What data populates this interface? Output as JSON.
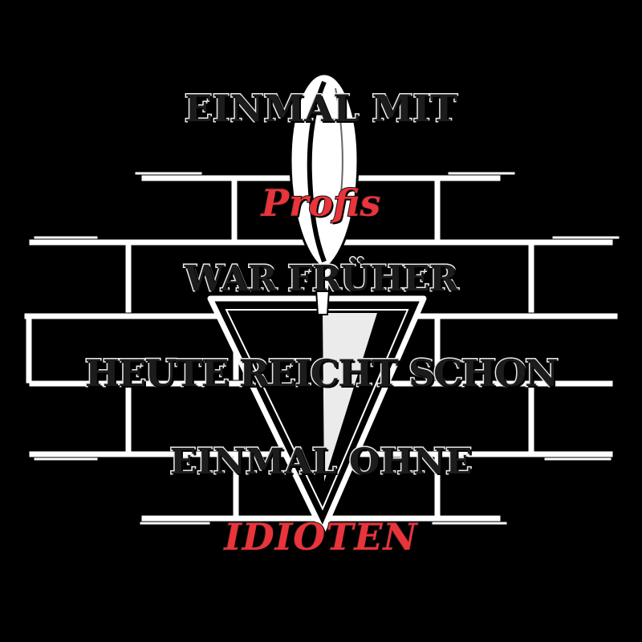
{
  "artwork": {
    "background_color": "#000000",
    "brick_color": "#ffffff",
    "accent_color": "#e8343a",
    "text_dark_color": "#1c1c1c",
    "icon": "trowel-icon",
    "lines": [
      {
        "text": "Einmal mit",
        "style": "dark"
      },
      {
        "text": "Profis",
        "style": "red"
      },
      {
        "text": "war früher",
        "style": "dark"
      },
      {
        "text": "heute reicht schon",
        "style": "dark"
      },
      {
        "text": "Einmal ohne",
        "style": "dark"
      },
      {
        "text": "Idioten",
        "style": "red"
      }
    ]
  }
}
